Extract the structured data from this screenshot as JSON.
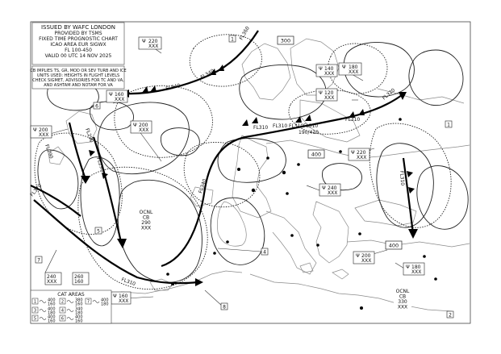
{
  "header": {
    "lines": [
      "ISSUED BY WAFC LONDON",
      "PROVIDED BY TSMS",
      "FIXED TIME PROGNOSTIC CHART",
      "ICAO AREA EUR SIGWX",
      "FL 100-450",
      "VALID 00 UTC 14 NOV 2025"
    ]
  },
  "notes": {
    "lines": [
      "CB IMPLIES TS, GR, MOD OR SEV TURB AND ICE",
      "UNITS USED: HEIGHTS IN FLIGHT LEVELS",
      "CHECK SIGMET, ADVISORIES FOR TC AND VA,",
      "AND ASHTAM AND NOTAM FOR VA"
    ]
  },
  "tropopause": [
    "300",
    "400",
    "400"
  ],
  "jet_labels": [
    "FL340",
    "FL340",
    "FL290",
    "FL290",
    "FL310",
    "FL310",
    "FL310",
    "FL310",
    "190/410",
    "FL310",
    "FL310",
    "FL340",
    "FL360",
    "FL370",
    "FL310",
    "FL320",
    "FL290"
  ],
  "turb_boxes": [
    {
      "top": "220",
      "bot": "XXX"
    },
    {
      "top": "180",
      "bot": "XXX"
    },
    {
      "top": "140",
      "bot": "XXX"
    },
    {
      "top": "120",
      "bot": "XXX"
    },
    {
      "top": "160",
      "bot": "XXX"
    },
    {
      "top": "200",
      "bot": "XXX"
    },
    {
      "top": "200",
      "bot": "XXX"
    },
    {
      "top": "220",
      "bot": "XXX"
    },
    {
      "top": "240",
      "bot": "XXX"
    },
    {
      "top": "200",
      "bot": "XXX"
    },
    {
      "top": "180",
      "bot": "XXX"
    },
    {
      "top": "240",
      "bot": "XXX"
    },
    {
      "top": "260",
      "bot": "160"
    },
    {
      "top": "160",
      "bot": "XXX"
    }
  ],
  "cb_boxes": [
    {
      "l1": "OCNL",
      "l2": "CB",
      "l3": "290",
      "l4": "XXX"
    },
    {
      "l1": "OCNL",
      "l2": "CB",
      "l3": "330",
      "l4": "XXX"
    }
  ],
  "cat_markers": [
    "1",
    "2",
    "3",
    "4",
    "5",
    "6",
    "7",
    "8"
  ],
  "legend": {
    "title": "CAT AREAS",
    "items": [
      {
        "n": "1",
        "top": "400",
        "bot": "160"
      },
      {
        "n": "2",
        "top": "380",
        "bot": "160"
      },
      {
        "n": "3",
        "top": "400",
        "bot": "180"
      },
      {
        "n": "4",
        "top": "340",
        "bot": "180"
      },
      {
        "n": "5",
        "top": "400",
        "bot": "160"
      },
      {
        "n": "6",
        "top": "400",
        "bot": "160"
      },
      {
        "n": "7",
        "top": "400",
        "bot": "180"
      }
    ]
  }
}
